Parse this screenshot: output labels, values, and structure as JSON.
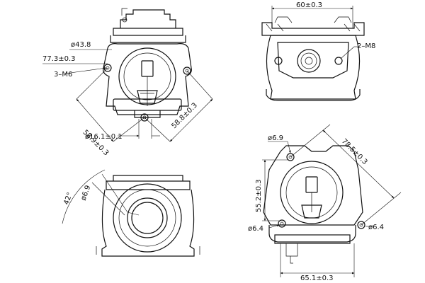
{
  "view_top_left": {
    "labels": {
      "d43_8": "ø43.8",
      "d77_3": "77.3±0.3",
      "m6_3": "3–M6",
      "d58_9": "58.9±0.3",
      "d58_8": "58.8±0.3",
      "d16_1": "ø16.1±0.1"
    }
  },
  "view_top_right": {
    "labels": {
      "w60": "60±0.3",
      "m8_2": "2–M8"
    }
  },
  "view_bottom_left": {
    "labels": {
      "a42": "42°",
      "d6_9": "ø6.9"
    }
  },
  "view_bottom_right": {
    "labels": {
      "d6_9": "ø6.9",
      "d78_5": "78.5±0.3",
      "d55_2": "55.2±0.3",
      "d6_4_left": "ø6.4",
      "d6_4_right": "ø6.4",
      "w65_1": "65.1±0.3"
    }
  }
}
